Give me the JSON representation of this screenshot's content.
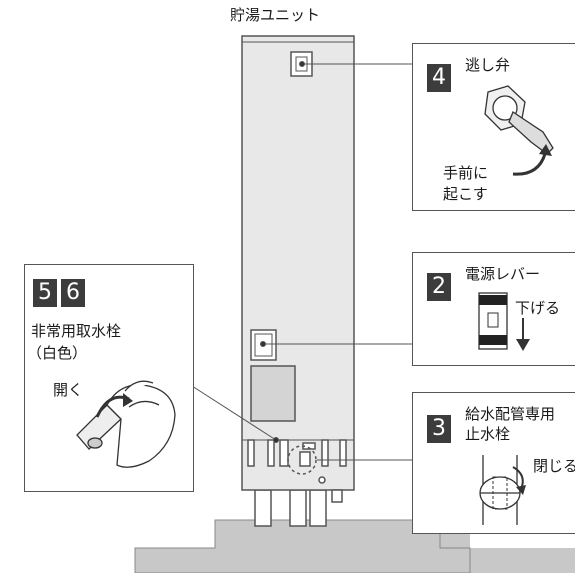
{
  "unit_title": "貯湯ユニット",
  "callout_4": {
    "number": "4",
    "title": "逃し弁",
    "action_line1": "手前に",
    "action_line2": "起こす"
  },
  "callout_2": {
    "number": "2",
    "title": "電源レバー",
    "action": "下げる"
  },
  "callout_3": {
    "number": "3",
    "title_line1": "給水配管専用",
    "title_line2": "止水栓",
    "action": "閉じる"
  },
  "callout_56": {
    "number_a": "5",
    "number_b": "6",
    "title_line1": "非常用取水栓",
    "title_line2": "（白色）",
    "action": "開く"
  },
  "colors": {
    "badge": "#3c3c3c",
    "unit_body": "#e8e8e8",
    "ground": "#c8c8c8",
    "line": "#555555"
  }
}
